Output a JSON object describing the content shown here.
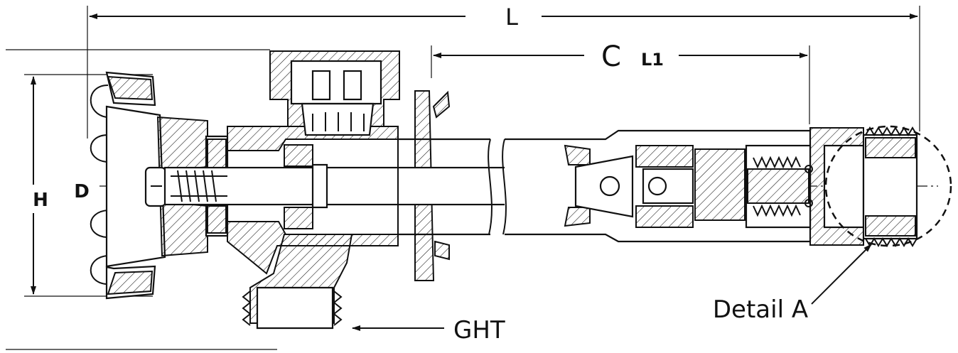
{
  "labels": {
    "overall_length": "L",
    "c_dimension": "C",
    "l1_dimension": "L1",
    "height": "H",
    "diameter": "D",
    "hose_thread": "GHT",
    "detail": "Detail A"
  },
  "colors": {
    "ink": "#111111",
    "background": "#ffffff"
  }
}
